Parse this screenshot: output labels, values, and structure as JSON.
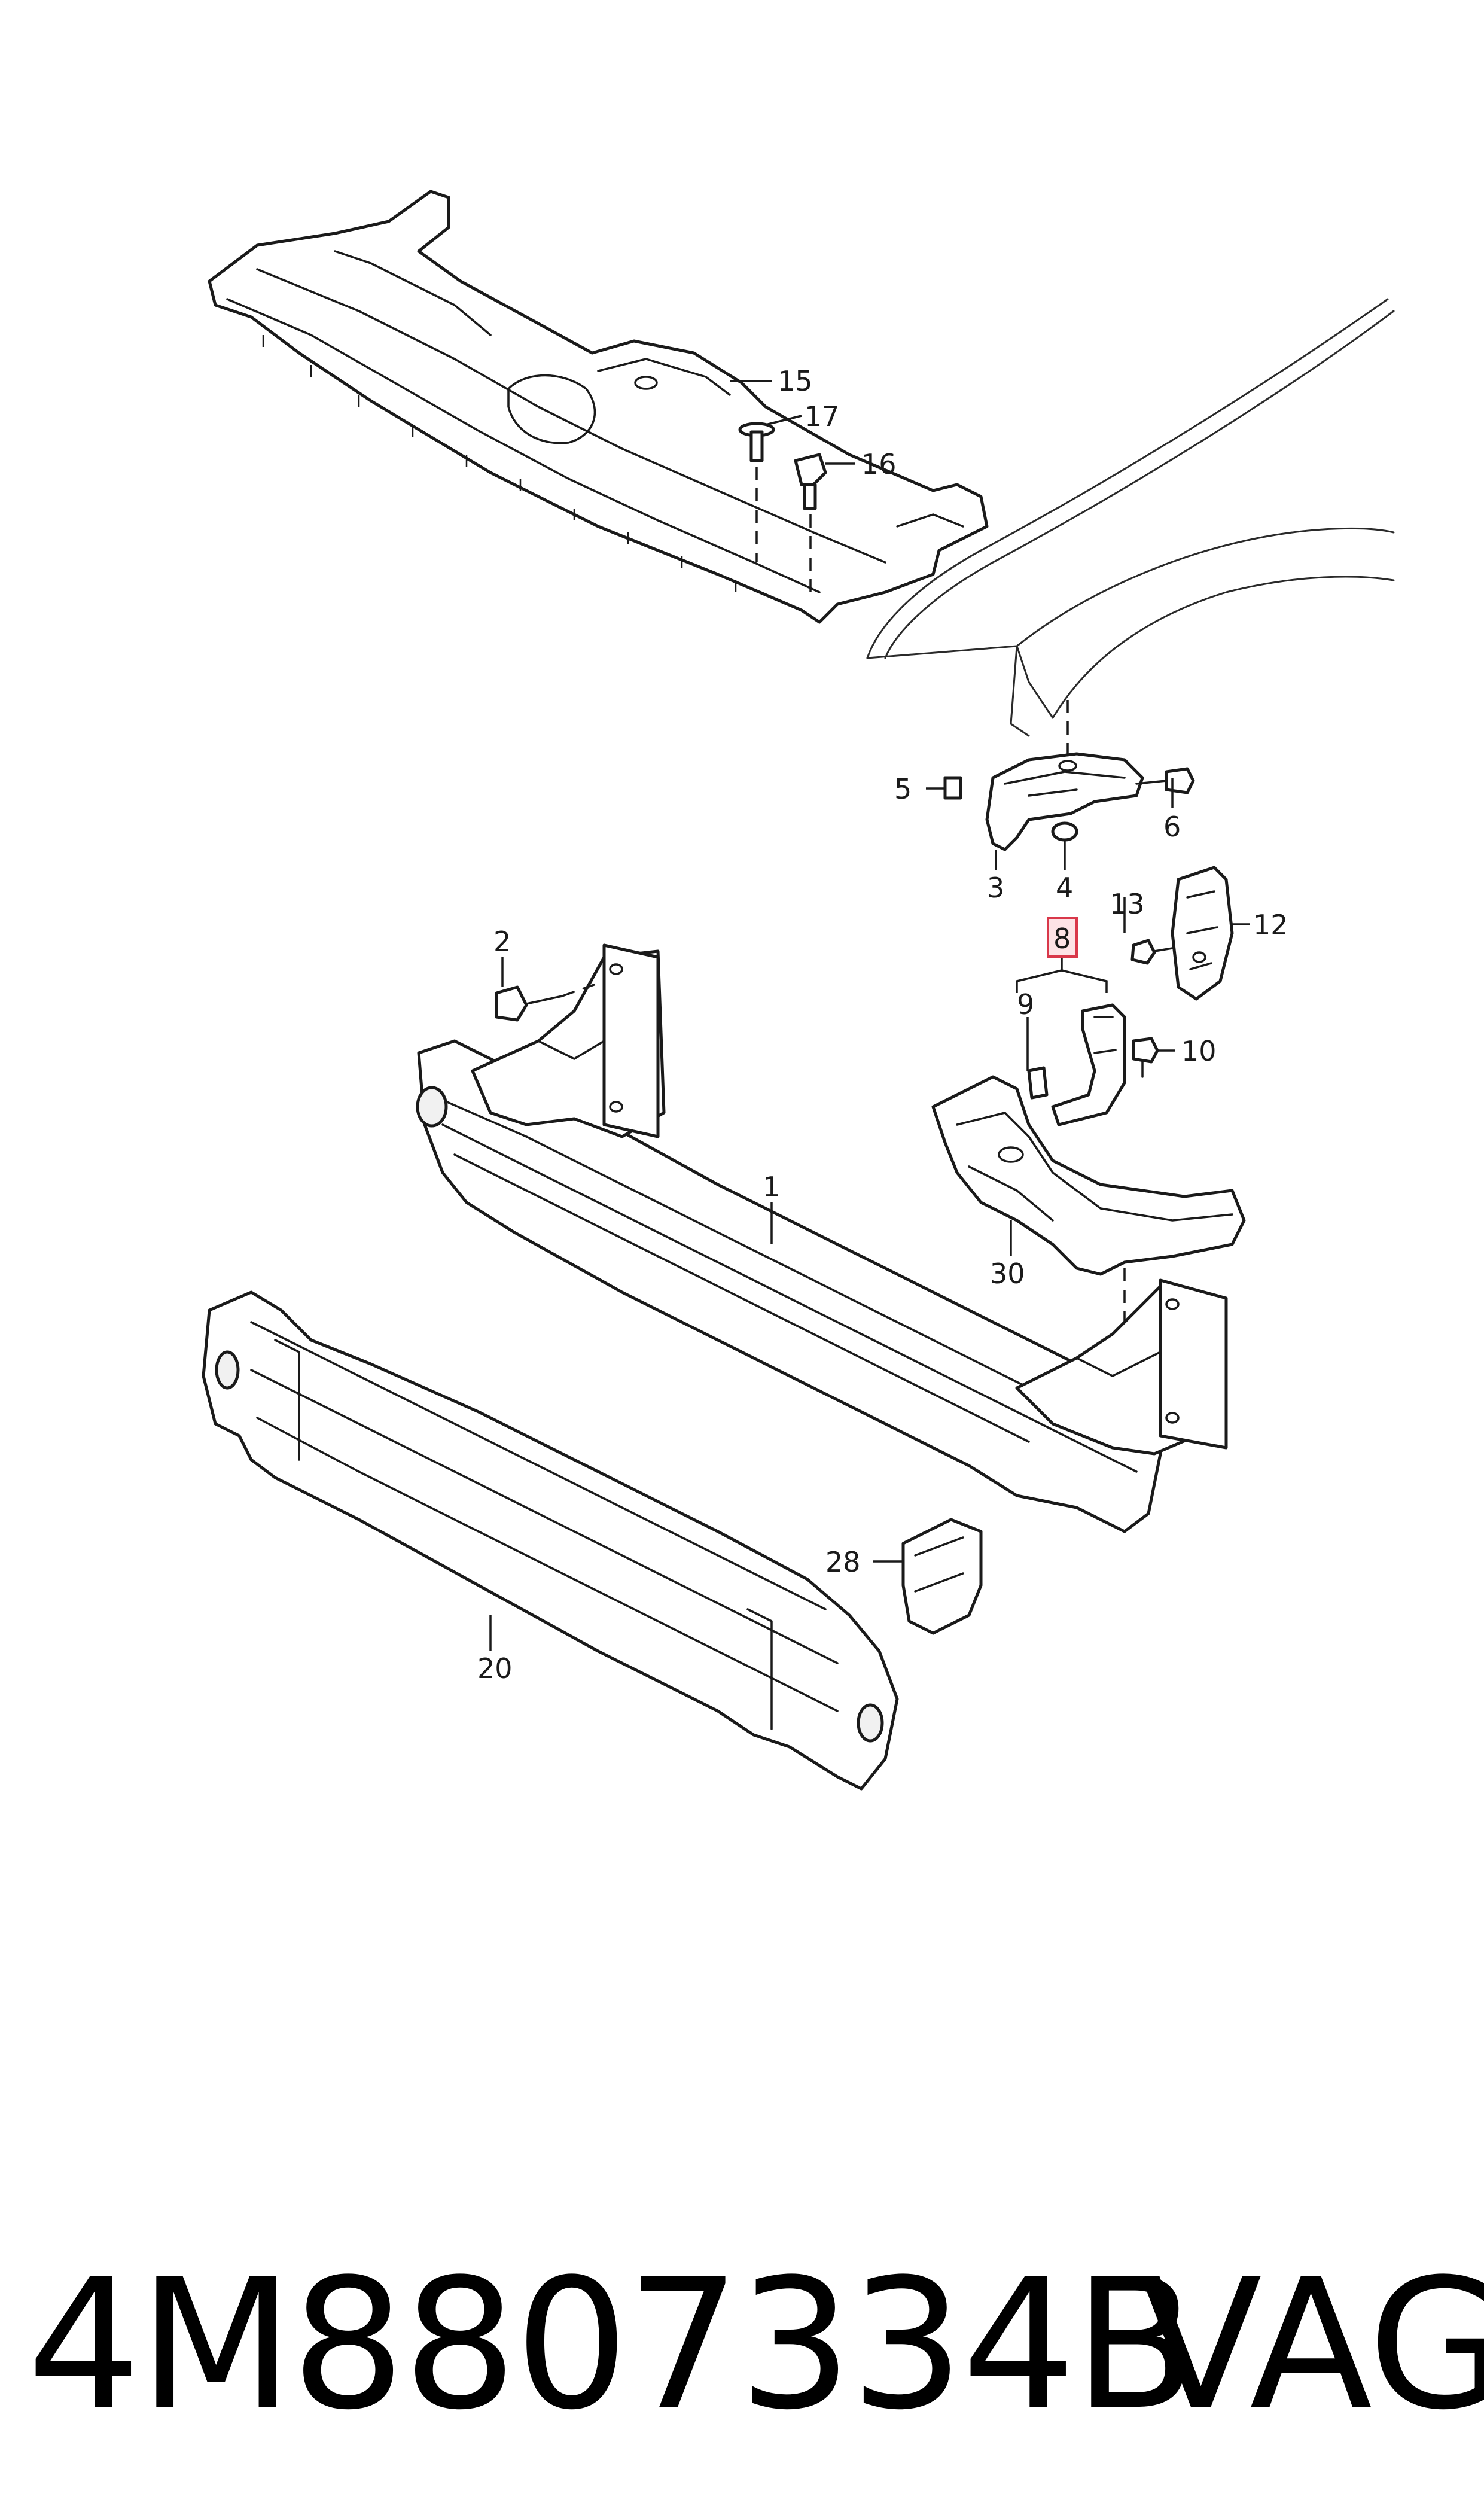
{
  "diagram": {
    "callouts": {
      "c1": "1",
      "c2": "2",
      "c3": "3",
      "c4": "4",
      "c5": "5",
      "c6": "6",
      "c8": "8",
      "c9": "9",
      "c10": "10",
      "c12": "12",
      "c13": "13",
      "c15": "15",
      "c16": "16",
      "c17": "17",
      "c20": "20",
      "c28": "28",
      "c30": "30"
    },
    "highlighted_callout": "8",
    "highlight_color": "#d9384a"
  },
  "footer": {
    "part_number": "4M8807334B",
    "brand": "VAG"
  }
}
